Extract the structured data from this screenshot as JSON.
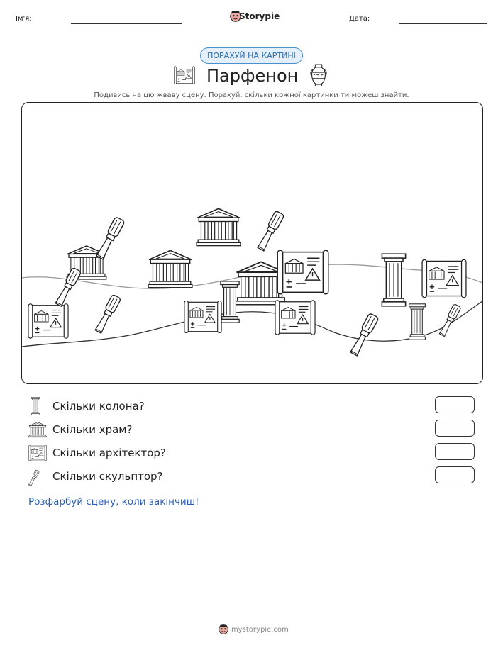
{
  "header": {
    "name_label": "Ім'я:",
    "date_label": "Дата:",
    "brand": "Storypie"
  },
  "badge": "ПОРАХУЙ НА КАРТИНІ",
  "title": "Парфенон",
  "subtitle": "Подивись на цю жваву сцену. Порахуй, скільки кожної картинки ти можеш знайти.",
  "icons": {
    "title_left": "blueprint-icon",
    "title_right": "amphora-icon",
    "brand_logo": "storypie-logo-icon"
  },
  "questions": [
    {
      "icon": "column-icon",
      "text": "Скільки колона?",
      "answer": ""
    },
    {
      "icon": "temple-icon",
      "text": "Скільки храм?",
      "answer": ""
    },
    {
      "icon": "blueprint-icon",
      "text": "Скільки архітектор?",
      "answer": ""
    },
    {
      "icon": "chisel-icon",
      "text": "Скільки скульптор?",
      "answer": ""
    }
  ],
  "note": "Розфарбуй сцену, коли закінчиш!",
  "footer": "mystorypie.com",
  "colors": {
    "accent": "#2a6aa8",
    "note": "#2a5fb8",
    "badge_bg": "#e3f0fb"
  }
}
